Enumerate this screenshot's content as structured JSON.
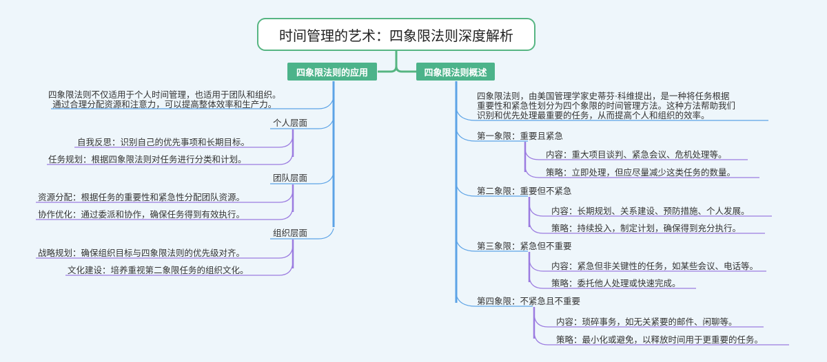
{
  "root": {
    "title": "时间管理的艺术：四象限法则深度解析"
  },
  "left_branch": {
    "label": "四象限法则的应用",
    "intro": [
      "四象限法则不仅适用于个人时间管理，也适用于团队和组织。",
      "通过合理分配资源和注意力，可以提高整体效率和生产力。"
    ],
    "groups": [
      {
        "label": "个人层面",
        "items": [
          "自我反思：识别自己的优先事项和长期目标。",
          "任务规划：根据四象限法则对任务进行分类和计划。"
        ]
      },
      {
        "label": "团队层面",
        "items": [
          "资源分配：根据任务的重要性和紧急性分配团队资源。",
          "协作优化：通过委派和协作，确保任务得到有效执行。"
        ]
      },
      {
        "label": "组织层面",
        "items": [
          "战略规划：确保组织目标与四象限法则的优先级对齐。",
          "文化建设：培养重视第二象限任务的组织文化。"
        ]
      }
    ]
  },
  "right_branch": {
    "label": "四象限法则概述",
    "intro": [
      "四象限法则，由美国管理学家史蒂芬·科维提出，是一种将任务根据",
      "重要性和紧急性划分为四个象限的时间管理方法。这种方法帮助我们",
      "识别和优先处理最重要的任务，从而提高个人和组织的效率。"
    ],
    "quadrants": [
      {
        "label": "第一象限：重要且紧急",
        "content": "内容：重大项目谈判、紧急会议、危机处理等。",
        "strategy": "策略：立即处理，但应尽量减少这类任务的数量。"
      },
      {
        "label": "第二象限：重要但不紧急",
        "content": "内容：长期规划、关系建设、预防措施、个人发展。",
        "strategy": "策略：持续投入，制定计划，确保得到充分执行。"
      },
      {
        "label": "第三象限：紧急但不重要",
        "content": "内容：紧急但非关键性的任务，如某些会议、电话等。",
        "strategy": "策略：委托他人处理或快速完成。"
      },
      {
        "label": "第四象限：不紧急且不重要",
        "content": "内容：琐碎事务，如无关紧要的邮件、闲聊等。",
        "strategy": "策略：最小化或避免，以释放时间用于更重要的任务。"
      }
    ]
  },
  "colors": {
    "root_border": "#56b582",
    "branch_fill": "#4cb38a",
    "trunk": "#5ca3e6",
    "sub": "#9b7be0",
    "background": "#eef6fb"
  }
}
